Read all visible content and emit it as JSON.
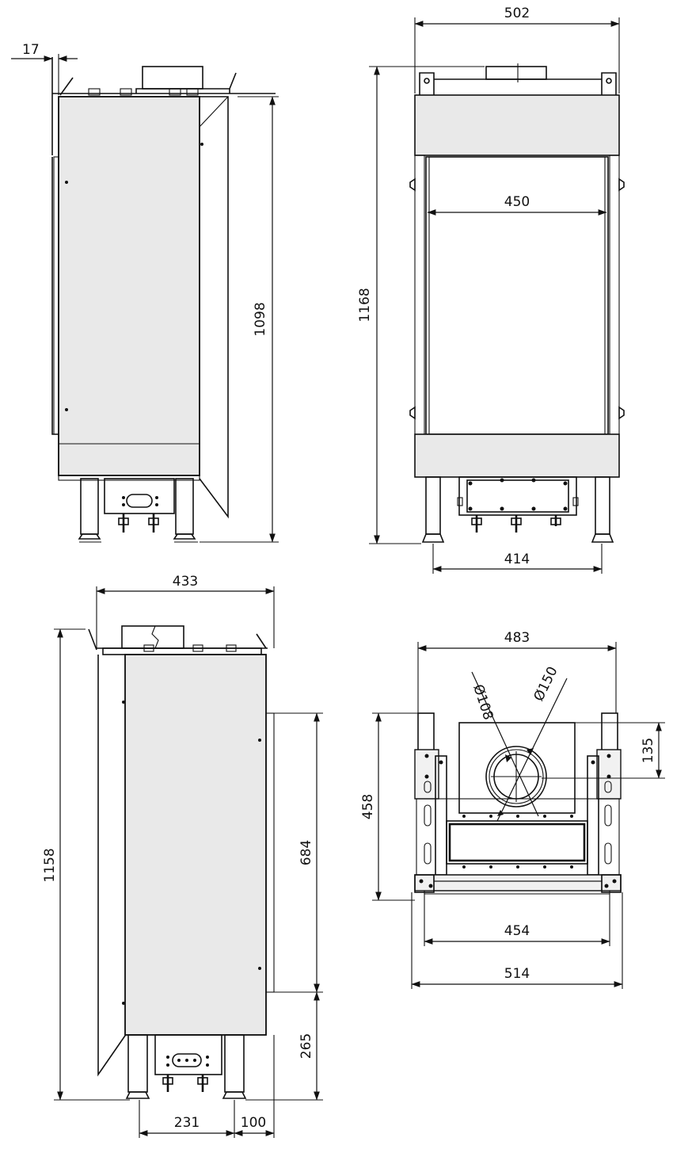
{
  "dimensions": {
    "view1": {
      "offset": "17",
      "height": "1098"
    },
    "view2": {
      "width_top": "502",
      "height": "1168",
      "inner_width": "450",
      "feet_width": "414"
    },
    "view3": {
      "width": "433",
      "height": "1158",
      "panel_height": "684",
      "lower_height": "265",
      "feet_span": "231",
      "feet_offset": "100"
    },
    "view4": {
      "width_top": "483",
      "diameter_inner": "Ø108",
      "diameter_outer": "Ø150",
      "flue_offset": "135",
      "height": "458",
      "width_inner": "454",
      "width_outer": "514"
    }
  },
  "colors": {
    "line": "#111111",
    "panel_fill": "#e9e9e9",
    "background": "#ffffff"
  }
}
